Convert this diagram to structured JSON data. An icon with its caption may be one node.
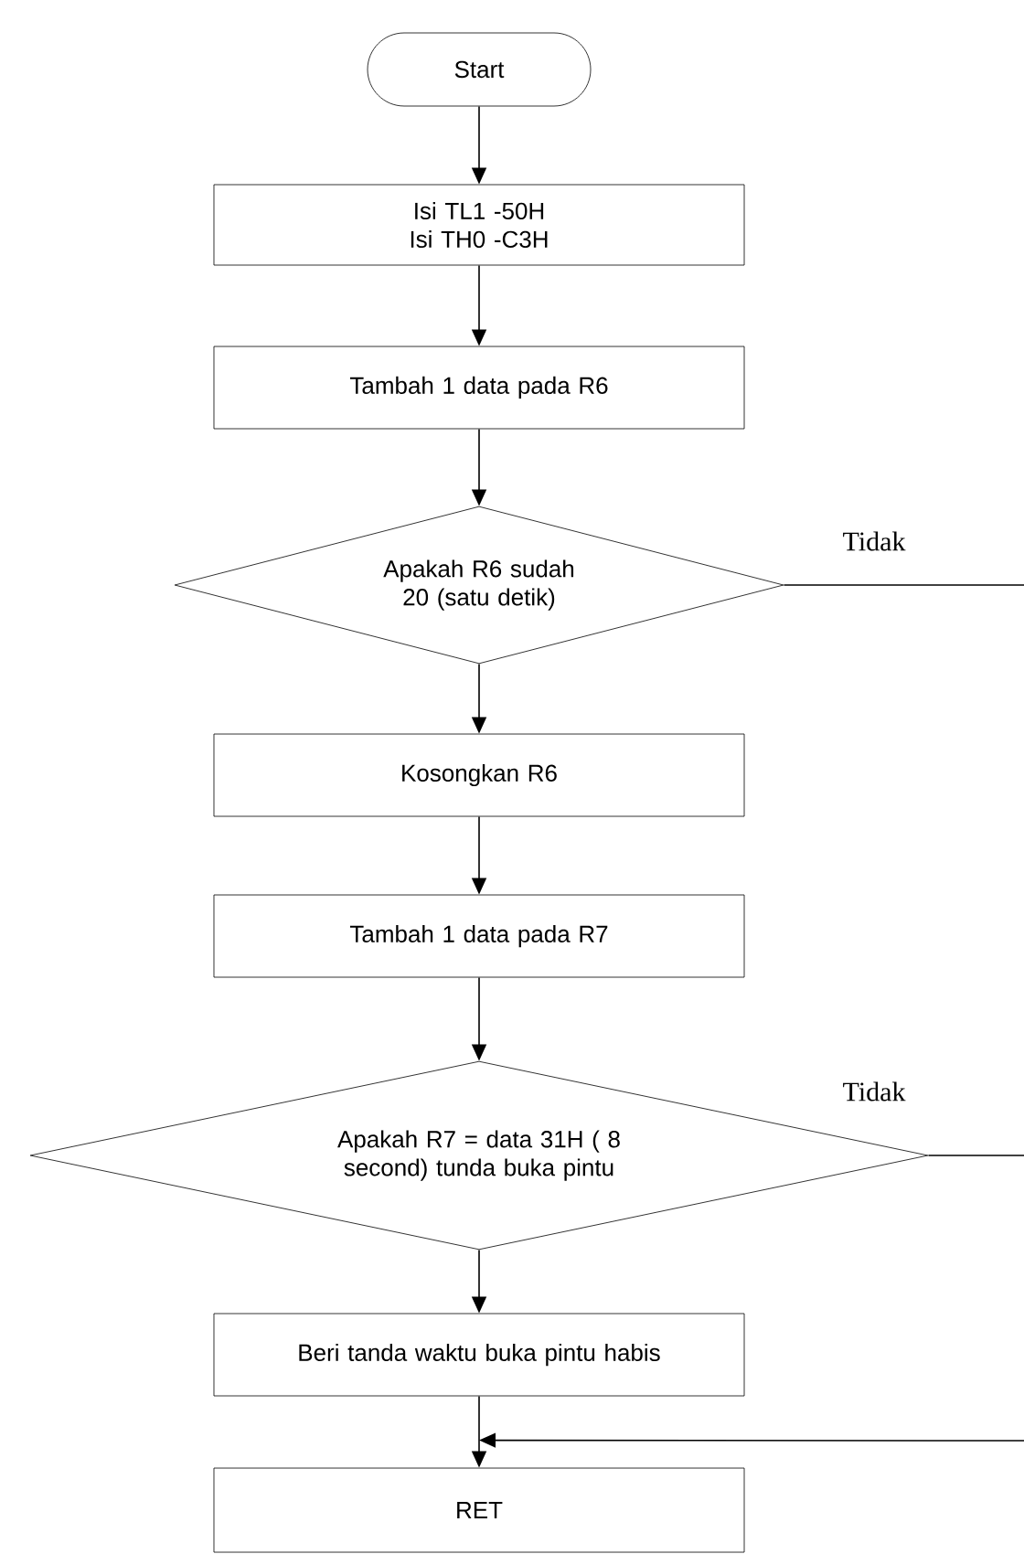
{
  "diagram": {
    "nodes": [
      {
        "text": [
          "Start"
        ]
      },
      {
        "text": [
          "Isi TL1 -50H Isi TH0 -C3H"
        ]
      },
      {
        "text": [
          "Tambah 1 data pada R6"
        ]
      },
      {
        "text": [
          "Apakah R6 sudah 20 (satu detik)"
        ]
      },
      {
        "text": [
          "Kosongkan R6"
        ]
      },
      {
        "text": [
          "Tambah 1 data pada R7"
        ]
      },
      {
        "text": [
          "Apakah R7 = data 31H ( 8 second) tunda buka pintu"
        ]
      },
      {
        "text": [
          "Beri tanda waktu buka pintu habis"
        ]
      },
      {
        "text": [
          "RET"
        ]
      }
    ],
    "edges": [
      {
        "from": 0,
        "to": 1,
        "arrow": "to"
      },
      {
        "from": 1,
        "to": 2,
        "arrow": "to"
      },
      {
        "from": 2,
        "to": 3,
        "arrow": "to"
      },
      {
        "from": 3,
        "to": 4,
        "arrow": "to"
      },
      {
        "from": 4,
        "to": 5,
        "arrow": "to"
      },
      {
        "from": 5,
        "to": 6,
        "arrow": "to"
      },
      {
        "from": 6,
        "to": 7,
        "arrow": "to"
      },
      {
        "from": 7,
        "to": 8,
        "arrow": "to"
      },
      {
        "from": 3,
        "to": null,
        "arrow": "none",
        "label": "Tidak"
      },
      {
        "from": 6,
        "to": null,
        "arrow": "none",
        "label": "Tidak"
      },
      {
        "from": null,
        "to": 8,
        "arrow": "to"
      }
    ]
  }
}
